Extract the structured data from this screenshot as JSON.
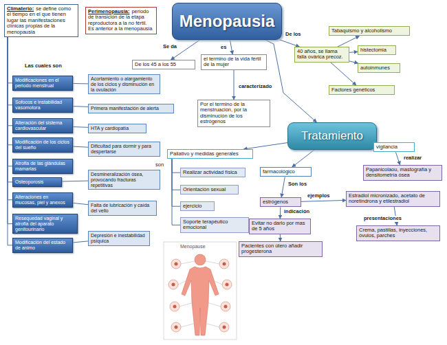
{
  "diagram": {
    "nodes": [
      {
        "text": [
          "Climaterio:",
          "se define como el tiempo en el que tienen lugar las manifestaciones clínicas propias de la menopausia"
        ]
      },
      {
        "text": [
          "Perimenopausia:",
          "periodo de transición de la etapa reproductora a la no fértil. Es anterior a la menopausia"
        ]
      },
      {
        "text": [
          "Menopausia"
        ]
      },
      {
        "text": [
          "De los 45 a los 55"
        ]
      },
      {
        "text": [
          "el termino de la vida fértil de la mujer"
        ]
      },
      {
        "text": [
          "Por el termino de la menstruación, por la disminución de los estrógenos"
        ]
      },
      {
        "text": [
          "40 años, se llama falla ovárica precoz."
        ]
      },
      {
        "text": [
          "Tabaquismo y alcoholismo"
        ]
      },
      {
        "text": [
          "histectomia"
        ]
      },
      {
        "text": [
          "autoinmunes"
        ]
      },
      {
        "text": [
          "Factores genéticos"
        ]
      },
      {
        "text": [
          "Modificaciones en el periodo menstrual"
        ]
      },
      {
        "text": [
          "Acortamiento o alargamiento de los ciclos y disminución en la ovulación"
        ]
      },
      {
        "text": [
          "Sofocos e instabilidad vasomotora"
        ]
      },
      {
        "text": [
          "Primera manifestación de alerta"
        ]
      },
      {
        "text": [
          "Alteración del sistema cardiovascular"
        ]
      },
      {
        "text": [
          "HTA y cardiopatía"
        ]
      },
      {
        "text": [
          "Modificación de los ciclos del sueño"
        ]
      },
      {
        "text": [
          "Dificultad para dormir y para despertarse"
        ]
      },
      {
        "text": [
          "Atrofia de las glándulas mamarias"
        ]
      },
      {
        "text": [
          "Osteoporosis"
        ]
      },
      {
        "text": [
          "Desmineralización ósea, provocando fracturas repetitivas"
        ]
      },
      {
        "text": [
          "Alteraciones en mucosas, piel y anexos"
        ]
      },
      {
        "text": [
          "Resequedad vaginal y atrofia del aparato genitourinario"
        ]
      },
      {
        "text": [
          "Falta de lubricación y caída del vello"
        ]
      },
      {
        "text": [
          "Modificación del estado de animo"
        ]
      },
      {
        "text": [
          "Depresión e inestabilidad psíquica"
        ]
      },
      {
        "text": [
          "Tratamiento"
        ]
      },
      {
        "text": [
          "Paliativo y medidas generales"
        ]
      },
      {
        "text": [
          "Realizar actividad física"
        ]
      },
      {
        "text": [
          "Orientación sexual"
        ]
      },
      {
        "text": [
          "ejercicio"
        ]
      },
      {
        "text": [
          "Soporte terapéutico emocional"
        ]
      },
      {
        "text": [
          "farmacológico"
        ]
      },
      {
        "text": [
          "estrógenos"
        ]
      },
      {
        "text": [
          "Evitar no darlo por mas de 5 años"
        ]
      },
      {
        "text": [
          "Pacientes con útero añadir progesterona"
        ]
      },
      {
        "text": [
          "Estradiol micronizado, acetato de noretindrona y etilestradiol"
        ]
      },
      {
        "text": [
          "Crema, pastillas, inyecciones, óvulos, parches"
        ]
      },
      {
        "text": [
          "vigilancia"
        ]
      },
      {
        "text": [
          "Papanicolaou, mastografía y densitometría ósea"
        ]
      }
    ],
    "edges": [
      {
        "from": 2,
        "to": 3,
        "arrow": "to",
        "label": "Se da"
      },
      {
        "from": 2,
        "to": 4,
        "arrow": "to",
        "label": "es"
      },
      {
        "from": 2,
        "to": 6,
        "arrow": "to",
        "label": "De los"
      },
      {
        "from": 2,
        "to": 27,
        "arrow": "to"
      },
      {
        "from": 4,
        "to": 5,
        "arrow": "to",
        "label": "caracterizado"
      },
      {
        "from": 6,
        "to": 7,
        "arrow": "to"
      },
      {
        "from": 6,
        "to": 8,
        "arrow": "to"
      },
      {
        "from": 6,
        "to": 9,
        "arrow": "to"
      },
      {
        "from": 6,
        "to": 10,
        "arrow": "to"
      },
      {
        "from": 0,
        "to": 11,
        "arrow": "none"
      },
      {
        "from": 0,
        "to": 13,
        "arrow": "none"
      },
      {
        "from": 0,
        "to": 15,
        "arrow": "none"
      },
      {
        "from": 0,
        "to": 17,
        "arrow": "none"
      },
      {
        "from": 0,
        "to": 19,
        "arrow": "none"
      },
      {
        "from": 0,
        "to": 20,
        "arrow": "none"
      },
      {
        "from": 0,
        "to": 22,
        "arrow": "none"
      },
      {
        "from": 0,
        "to": 23,
        "arrow": "none"
      },
      {
        "from": 0,
        "to": 25,
        "arrow": "none"
      },
      {
        "from": 11,
        "to": 12,
        "arrow": "none"
      },
      {
        "from": 13,
        "to": 14,
        "arrow": "none"
      },
      {
        "from": 15,
        "to": 16,
        "arrow": "none"
      },
      {
        "from": 17,
        "to": 18,
        "arrow": "none"
      },
      {
        "from": 20,
        "to": 21,
        "arrow": "none"
      },
      {
        "from": 22,
        "to": 24,
        "arrow": "none"
      },
      {
        "from": 25,
        "to": 26,
        "arrow": "none"
      },
      {
        "from": 27,
        "to": 28,
        "arrow": "to"
      },
      {
        "from": 27,
        "to": 33,
        "arrow": "to"
      },
      {
        "from": 27,
        "to": 39,
        "arrow": "to"
      },
      {
        "from": 28,
        "to": 29,
        "arrow": "none"
      },
      {
        "from": 28,
        "to": 30,
        "arrow": "none"
      },
      {
        "from": 28,
        "to": 31,
        "arrow": "none"
      },
      {
        "from": 28,
        "to": 32,
        "arrow": "none"
      },
      {
        "from": 33,
        "to": 34,
        "arrow": "to",
        "label": "Son los"
      },
      {
        "from": 34,
        "to": 35,
        "arrow": "to",
        "label": "indicación"
      },
      {
        "from": 35,
        "to": 36,
        "arrow": "to"
      },
      {
        "from": 34,
        "to": 37,
        "arrow": "to",
        "label": "ejemplos"
      },
      {
        "from": 37,
        "to": 38,
        "arrow": "to",
        "label": "presentaciones"
      },
      {
        "from": 39,
        "to": 40,
        "arrow": "to",
        "label": "realizar"
      }
    ],
    "labels": [
      "Las cuales son",
      "son",
      "Menopause"
    ]
  }
}
